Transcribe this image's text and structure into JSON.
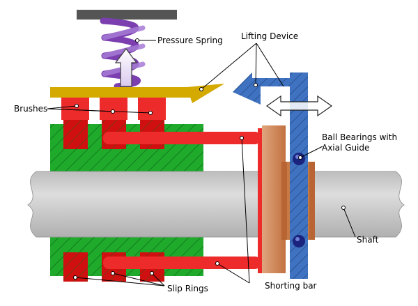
{
  "labels": {
    "pressure_spring": "Pressure Spring",
    "lifting_device": "Lifting Device",
    "brushes": "Brushes",
    "ball_bearings_line1": "Ball Bearings with",
    "ball_bearings_line2": "Axial Guide",
    "shaft": "Shaft",
    "slip_rings": "Slip Rings",
    "shorting_bar": "Shorting bar"
  },
  "colors": {
    "spring": "#7b3fb0",
    "brush_holder": "#d4a900",
    "brush": "#ee2b2b",
    "slip_ring": "#d01010",
    "rotor_body": "#1faa2c",
    "shaft": "#cfcfcf",
    "copper": "#c87a45",
    "lifting_device": "#3f72c0",
    "top_bar": "#555555",
    "bearing_ball": "#1a237e"
  }
}
